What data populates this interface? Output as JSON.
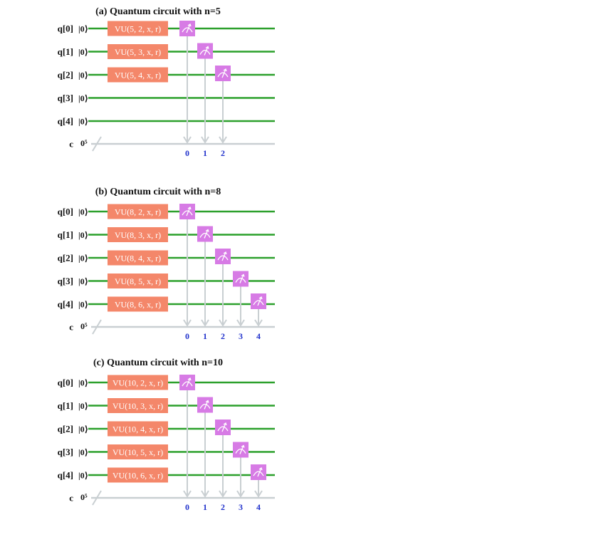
{
  "colors": {
    "wire": "#2ca02c",
    "classical_wire": "#c9cfd2",
    "gate_fill": "#f4876a",
    "measure_fill": "#d77be5",
    "bit_label": "#2233cc"
  },
  "icons": {
    "measure": "meter-icon"
  },
  "circuits": [
    {
      "title": "(a) Quantum circuit with n=5",
      "qubits": [
        "q[0]",
        "q[1]",
        "q[2]",
        "q[3]",
        "q[4]"
      ],
      "init_state": "|0⟩",
      "gates": [
        "VU(5, 2, x, r)",
        "VU(5, 3, x, r)",
        "VU(5, 4, x, r)"
      ],
      "measured_qubits": [
        0,
        1,
        2
      ],
      "classical_label": "c",
      "classical_init": "0⁵",
      "classical_bits": [
        "0",
        "1",
        "2"
      ]
    },
    {
      "title": "(b) Quantum circuit with n=8",
      "qubits": [
        "q[0]",
        "q[1]",
        "q[2]",
        "q[3]",
        "q[4]"
      ],
      "init_state": "|0⟩",
      "gates": [
        "VU(8, 2, x, r)",
        "VU(8, 3, x, r)",
        "VU(8, 4, x, r)",
        "VU(8, 5, x, r)",
        "VU(8, 6, x, r)"
      ],
      "measured_qubits": [
        0,
        1,
        2,
        3,
        4
      ],
      "classical_label": "c",
      "classical_init": "0⁵",
      "classical_bits": [
        "0",
        "1",
        "2",
        "3",
        "4"
      ]
    },
    {
      "title": "(c) Quantum circuit with n=10",
      "qubits": [
        "q[0]",
        "q[1]",
        "q[2]",
        "q[3]",
        "q[4]"
      ],
      "init_state": "|0⟩",
      "gates": [
        "VU(10, 2, x, r)",
        "VU(10, 3, x, r)",
        "VU(10, 4, x, r)",
        "VU(10, 5, x, r)",
        "VU(10, 6, x, r)"
      ],
      "measured_qubits": [
        0,
        1,
        2,
        3,
        4
      ],
      "classical_label": "c",
      "classical_init": "0⁵",
      "classical_bits": [
        "0",
        "1",
        "2",
        "3",
        "4"
      ]
    }
  ]
}
